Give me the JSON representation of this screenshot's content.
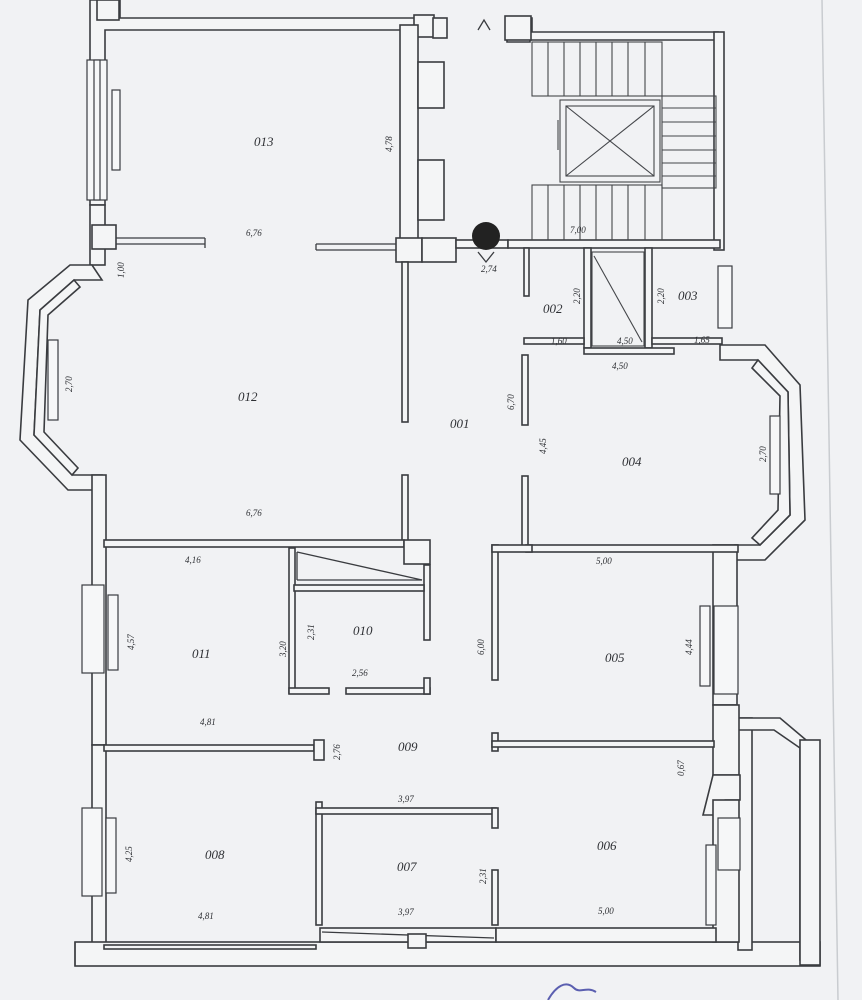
{
  "rooms": {
    "r001": "001",
    "r002": "002",
    "r003": "003",
    "r004": "004",
    "r005": "005",
    "r006": "006",
    "r007": "007",
    "r008": "008",
    "r009": "009",
    "r010": "010",
    "r011": "011",
    "r012": "012",
    "r013": "013"
  },
  "dims": {
    "d13_w": "6,76",
    "d13_h": "4,78",
    "d_100": "1,00",
    "d12_h": "2,70",
    "d12_w": "6,76",
    "d_274": "2,74",
    "d_700": "7,00",
    "d002_h": "2,20",
    "d002_w": "1,60",
    "dlift_w": "4,50",
    "dlift_h": "2,20",
    "d_450": "4,50",
    "d_165": "1,65",
    "d_670": "6,70",
    "d_445": "4,45",
    "d004_h": "2,70",
    "d011_top": "4,16",
    "d011_h": "4,57",
    "d_320": "3,20",
    "d_231a": "2,31",
    "d010_w": "2,56",
    "d011_bot": "4,81",
    "d005_w": "5,00",
    "d_600": "6,00",
    "d005_h": "4,44",
    "d009_h": "2,76",
    "d_067": "0,67",
    "d007_top": "3,97",
    "d007_h": "2,31",
    "d007_bot": "3,97",
    "d008_h": "4,25",
    "d008_w": "4,81",
    "d006_w": "5,00"
  },
  "colors": {
    "background": "#eceef0",
    "line": "#3a3c40",
    "wall_fill": "#f4f5f6"
  }
}
